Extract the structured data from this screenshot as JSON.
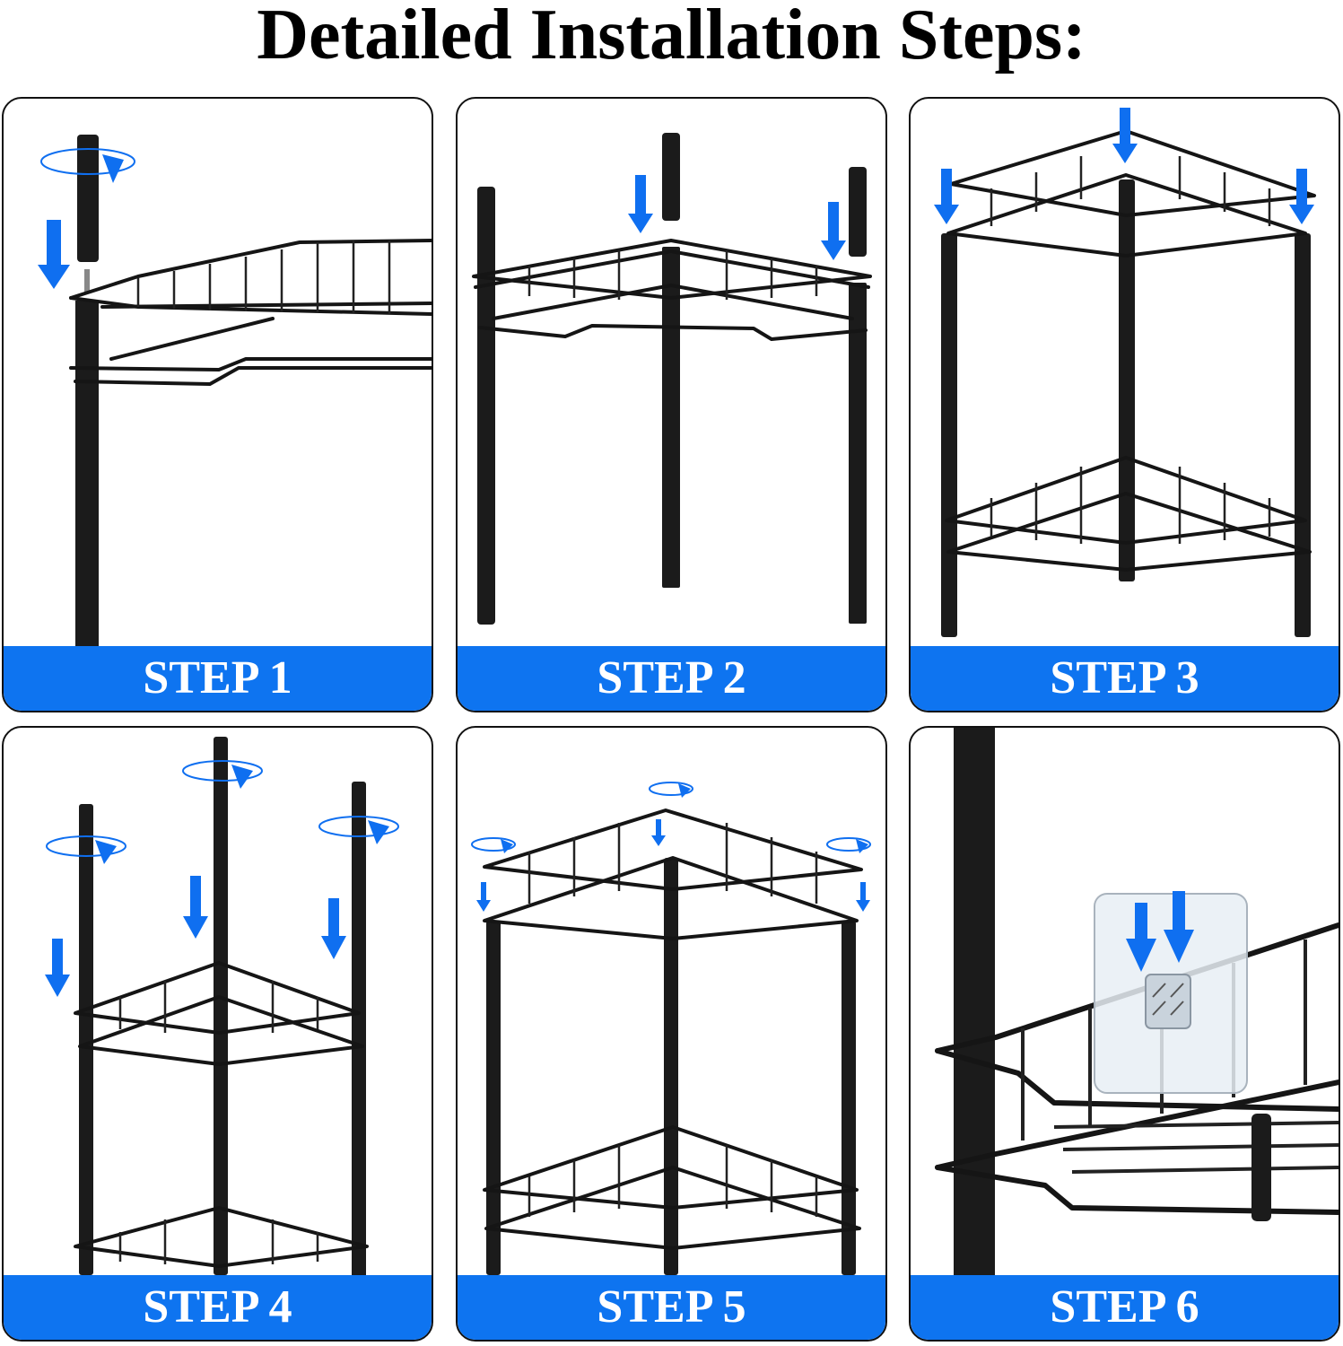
{
  "title": "Detailed Installation Steps:",
  "steps": [
    {
      "label": "STEP 1"
    },
    {
      "label": "STEP 2"
    },
    {
      "label": "STEP 3"
    },
    {
      "label": "STEP 4"
    },
    {
      "label": "STEP 5"
    },
    {
      "label": "STEP 6"
    }
  ],
  "colors": {
    "banner": "#0e74f0",
    "arrow": "#0f6ff0",
    "frame": "#1b1b1b",
    "background": "#ffffff"
  },
  "icons": [
    "rotate-arrow-icon",
    "down-arrow-icon",
    "adhesive-hook-icon"
  ]
}
